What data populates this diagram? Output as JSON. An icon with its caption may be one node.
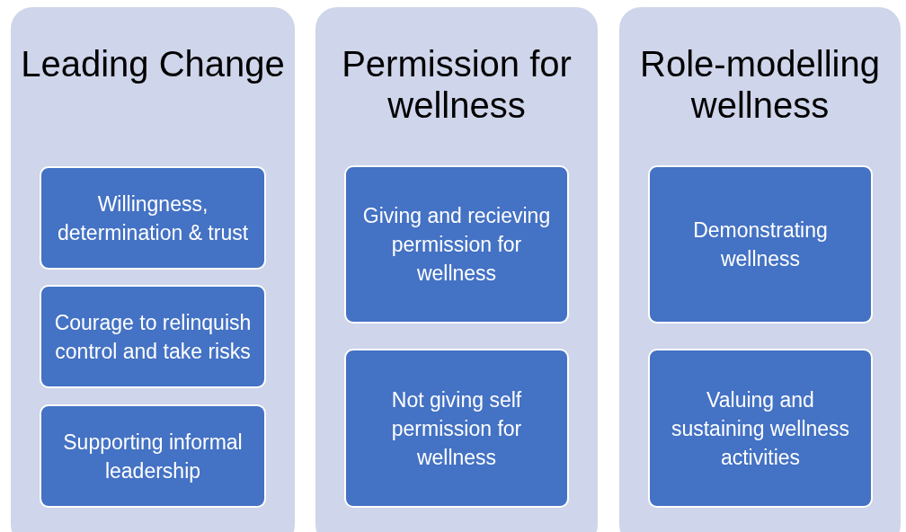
{
  "diagram": {
    "nodes": [
      {
        "text": [
          "Leading Change"
        ]
      },
      {
        "text": [
          "Willingness, determination & trust"
        ],
        "in": 0
      },
      {
        "text": [
          "Courage to relinquish control and take risks"
        ],
        "in": 0
      },
      {
        "text": [
          "Supporting informal leadership"
        ],
        "in": 0
      },
      {
        "text": [
          "Permission for wellness"
        ]
      },
      {
        "text": [
          "Giving and recieving permission for wellness"
        ],
        "in": 4
      },
      {
        "text": [
          "Not giving self permission for wellness"
        ],
        "in": 4
      },
      {
        "text": [
          "Role-modelling wellness"
        ]
      },
      {
        "text": [
          "Demonstrating wellness"
        ],
        "in": 7
      },
      {
        "text": [
          "Valuing and sustaining wellness activities"
        ],
        "in": 7
      }
    ]
  }
}
